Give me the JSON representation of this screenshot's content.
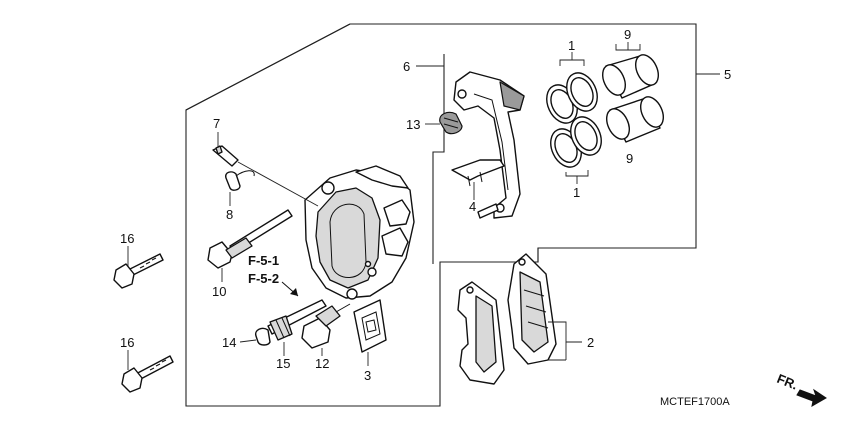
{
  "diagram_code": "MCTEF1700A",
  "direction_label": "FR.",
  "ref_labels": {
    "f51": "F-5-1",
    "f52": "F-5-2"
  },
  "callouts": {
    "c1a": "1",
    "c1b": "1",
    "c2": "2",
    "c3": "3",
    "c4": "4",
    "c5": "5",
    "c6": "6",
    "c7": "7",
    "c8": "8",
    "c9a": "9",
    "c9b": "9",
    "c10": "10",
    "c12": "12",
    "c13": "13",
    "c14": "14",
    "c15": "15",
    "c16a": "16",
    "c16b": "16"
  }
}
